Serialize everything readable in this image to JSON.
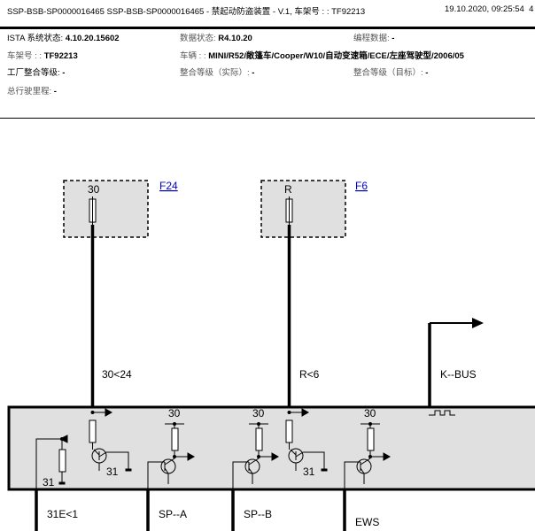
{
  "header": {
    "title": "SSP-BSB-SP0000016465 SSP-BSB-SP0000016465 - 禁起动防盗装置 - V.1, 车架号 : : TF92213",
    "datetime": "19.10.2020, 09:25:54",
    "page": "4"
  },
  "info": {
    "ista_label": "ISTA 系统状态:",
    "ista_value": "4.10.20.15602",
    "data_label": "数据状态:",
    "data_value": "R4.10.20",
    "prog_label": "编程数据:",
    "prog_value": "-",
    "vin_label": "车架号 : :",
    "vin_value": "TF92213",
    "vehicle_label": "车辆 : :",
    "vehicle_value": "MINI/R52/敞篷车/Cooper/W10/自动变速箱/ECE/左座驾驶型/2006/05",
    "factory_label": "工厂整合等级:",
    "factory_value": "-",
    "actual_label": "整合等级（实际）:",
    "actual_value": "-",
    "target_label": "整合等级（目标）:",
    "target_value": "-",
    "mileage_label": "总行驶里程:",
    "mileage_value": "-"
  },
  "diagram": {
    "fuse1": {
      "pin": "30",
      "link": "F24",
      "wire": "30<24"
    },
    "fuse2": {
      "pin": "R",
      "link": "F6",
      "wire": "R<6"
    },
    "bus": {
      "label": "K--BUS"
    },
    "module": {
      "pins30": [
        "30",
        "30",
        "30"
      ],
      "grounds": [
        "31",
        "31",
        "31"
      ]
    },
    "outputs": [
      "31E<1",
      "SP--A",
      "SP--B",
      "EWS"
    ]
  }
}
